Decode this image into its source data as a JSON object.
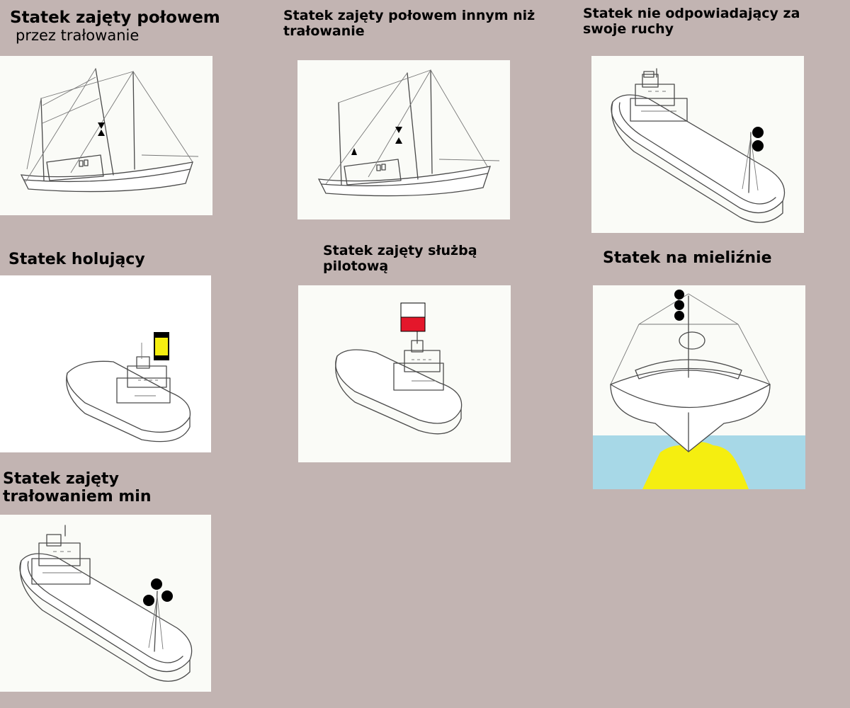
{
  "signals": [
    {
      "title": "Statek zajęty połowem",
      "subtitle": "przez trałowanie"
    },
    {
      "title": "Statek zajęty połowem innym niż trałowanie"
    },
    {
      "title": "Statek nie odpowiadający za swoje ruchy"
    },
    {
      "title": "Statek holujący"
    },
    {
      "title": "Statek zajęty służbą pilotową"
    },
    {
      "title": "Statek na mieliźnie"
    },
    {
      "title": "Statek zajęty trałowaniem min"
    }
  ],
  "colors": {
    "background": "#c2b4b2",
    "panel": "#fafbf7",
    "shape": "#000000",
    "cylinder": "#f5ee10",
    "flag_top": "#ffffff",
    "flag_bottom": "#e4172b",
    "water": "#a7d8e7",
    "sand": "#f5ee10"
  },
  "icons": [
    "fishing-boat-drawing",
    "cargo-ship-drawing",
    "tug-drawing",
    "pilot-boat-drawing",
    "grounded-ship-drawing"
  ]
}
